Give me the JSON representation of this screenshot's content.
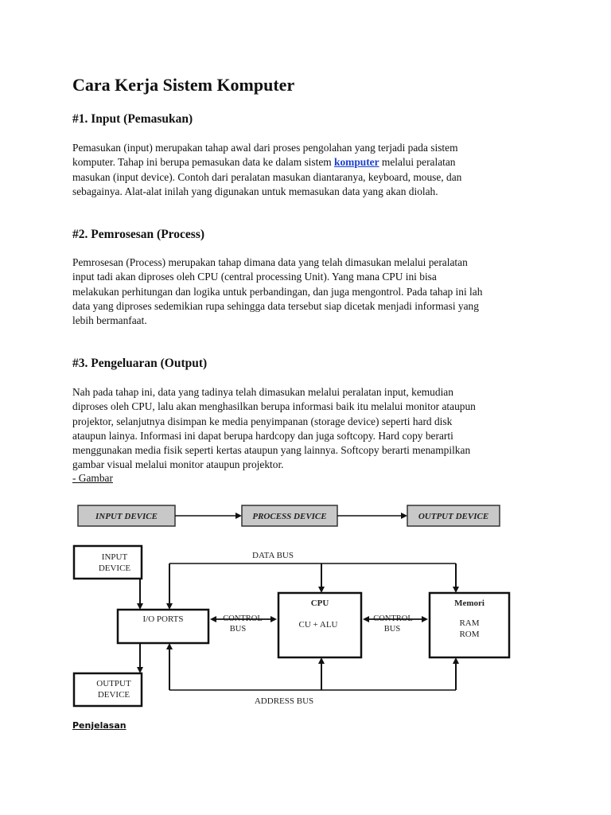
{
  "title": "Cara Kerja Sistem Komputer",
  "sections": [
    {
      "heading": "#1. Input (Pemasukan)",
      "lines": [
        "Pemasukan (input) merupakan tahap awal dari proses pengolahan yang terjadi pada sistem",
        "komputer. Tahap ini berupa pemasukan data ke dalam sistem |komputer| melalui peralatan",
        "masukan (input device). Contoh dari peralatan masukan diantaranya, keyboard, mouse, dan",
        "sebagainya. Alat-alat inilah yang digunakan untuk memasukan data yang akan diolah."
      ],
      "link_text": "komputer",
      "line1_pre": "komputer. Tahap ini berupa pemasukan data ke dalam sistem ",
      "line1_post": " melalui peralatan"
    },
    {
      "heading": "#2. Pemrosesan (Process)",
      "lines": [
        "Pemrosesan (Process) merupakan tahap dimana data yang telah dimasukan melalui peralatan",
        "input tadi akan diproses  oleh  CPU (central processing Unit). Yang mana CPU ini bisa",
        "melakukan perhitungan dan logika untuk perbandingan, dan juga mengontrol.  Pada tahap ini lah",
        "data yang diproses sedemikian rupa sehingga data tersebut siap dicetak menjadi informasi yang",
        "lebih bermanfaat."
      ]
    },
    {
      "heading": "#3. Pengeluaran (Output)",
      "lines": [
        "Nah pada tahap ini, data yang tadinya telah dimasukan melalui peralatan input, kemudian",
        "diproses oleh CPU, lalu akan menghasilkan berupa informasi baik itu melalui monitor ataupun",
        "projektor, selanjutnya disimpan ke media penyimpanan (storage device) seperti hard disk",
        "ataupun lainya. Informasi ini dapat berupa hardcopy dan juga softcopy. Hard copy berarti",
        "menggunakan media fisik seperti kertas ataupun yang lainnya. Softcopy berarti menampilkan",
        "gambar visual melalui monitor ataupun projektor."
      ]
    }
  ],
  "gambar_label": "- Gambar",
  "diagram": {
    "top_row": [
      "INPUT DEVICE",
      "PROCESS DEVICE",
      "OUTPUT DEVICE"
    ],
    "input_device": "INPUT DEVICE",
    "output_device": "OUTPUT DEVICE",
    "io_ports": "I/O PORTS",
    "cpu_title": "CPU",
    "cpu_body": "CU + ALU",
    "memori_title": "Memori",
    "memori_line1": "RAM",
    "memori_line2": "ROM",
    "data_bus": "DATA BUS",
    "address_bus": "ADDRESS BUS",
    "control_bus_1": "CONTROL",
    "control_bus_2": "BUS"
  },
  "penjelasan_label": "Penjelasan",
  "colors": {
    "link": "#1a3fd0",
    "top_box_fill": "#c8c8c8"
  }
}
